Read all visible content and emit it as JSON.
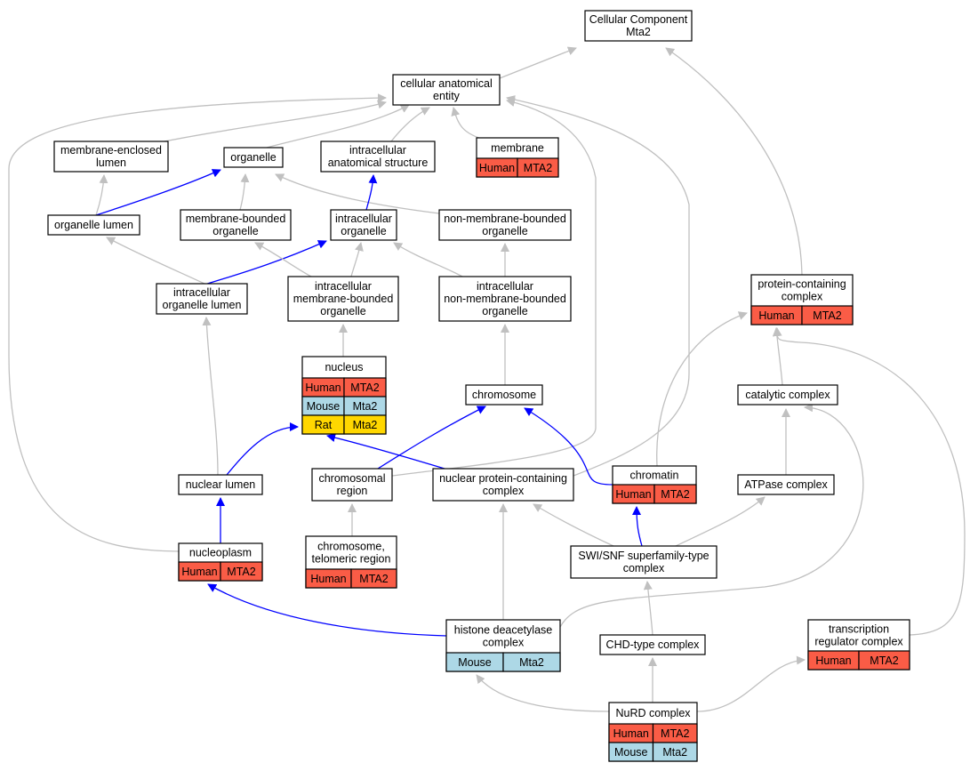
{
  "colors": {
    "human": "#fa5c46",
    "mouse": "#add8e6",
    "rat": "#ffd700",
    "edge_is_a": "#c0c0c0",
    "edge_part_of": "#0000ff"
  },
  "nodes": [
    {
      "id": "cc",
      "lines": [
        "Cellular Component",
        "Mta2"
      ],
      "species": []
    },
    {
      "id": "cae",
      "lines": [
        "cellular anatomical",
        "entity"
      ],
      "species": []
    },
    {
      "id": "mel",
      "lines": [
        "membrane-enclosed",
        "lumen"
      ],
      "species": []
    },
    {
      "id": "organelle",
      "lines": [
        "organelle"
      ],
      "species": []
    },
    {
      "id": "ias",
      "lines": [
        "intracellular",
        "anatomical structure"
      ],
      "species": []
    },
    {
      "id": "membrane",
      "lines": [
        "membrane"
      ],
      "species": [
        {
          "org": "Human",
          "gene": "MTA2",
          "color": "human"
        }
      ]
    },
    {
      "id": "ol",
      "lines": [
        "organelle lumen"
      ],
      "species": []
    },
    {
      "id": "mbo",
      "lines": [
        "membrane-bounded",
        "organelle"
      ],
      "species": []
    },
    {
      "id": "io",
      "lines": [
        "intracellular",
        "organelle"
      ],
      "species": []
    },
    {
      "id": "nmbo",
      "lines": [
        "non-membrane-bounded",
        "organelle"
      ],
      "species": []
    },
    {
      "id": "iol",
      "lines": [
        "intracellular",
        "organelle lumen"
      ],
      "species": []
    },
    {
      "id": "imbo",
      "lines": [
        "intracellular",
        "membrane-bounded",
        "organelle"
      ],
      "species": []
    },
    {
      "id": "inmbo",
      "lines": [
        "intracellular",
        "non-membrane-bounded",
        "organelle"
      ],
      "species": []
    },
    {
      "id": "pcc",
      "lines": [
        "protein-containing",
        "complex"
      ],
      "species": [
        {
          "org": "Human",
          "gene": "MTA2",
          "color": "human"
        }
      ]
    },
    {
      "id": "nucleus",
      "lines": [
        "nucleus"
      ],
      "species": [
        {
          "org": "Human",
          "gene": "MTA2",
          "color": "human"
        },
        {
          "org": "Mouse",
          "gene": "Mta2",
          "color": "mouse"
        },
        {
          "org": "Rat",
          "gene": "Mta2",
          "color": "rat"
        }
      ]
    },
    {
      "id": "chromosome",
      "lines": [
        "chromosome"
      ],
      "species": []
    },
    {
      "id": "catc",
      "lines": [
        "catalytic complex"
      ],
      "species": []
    },
    {
      "id": "nl",
      "lines": [
        "nuclear lumen"
      ],
      "species": []
    },
    {
      "id": "chreg",
      "lines": [
        "chromosomal",
        "region"
      ],
      "species": []
    },
    {
      "id": "npcc",
      "lines": [
        "nuclear protein-containing",
        "complex"
      ],
      "species": []
    },
    {
      "id": "chromatin",
      "lines": [
        "chromatin"
      ],
      "species": [
        {
          "org": "Human",
          "gene": "MTA2",
          "color": "human"
        }
      ]
    },
    {
      "id": "atpase",
      "lines": [
        "ATPase complex"
      ],
      "species": []
    },
    {
      "id": "nucleoplasm",
      "lines": [
        "nucleoplasm"
      ],
      "species": [
        {
          "org": "Human",
          "gene": "MTA2",
          "color": "human"
        }
      ]
    },
    {
      "id": "ctr",
      "lines": [
        "chromosome,",
        "telomeric region"
      ],
      "species": [
        {
          "org": "Human",
          "gene": "MTA2",
          "color": "human"
        }
      ]
    },
    {
      "id": "swisnf",
      "lines": [
        "SWI/SNF superfamily-type",
        "complex"
      ],
      "species": []
    },
    {
      "id": "hdac",
      "lines": [
        "histone deacetylase",
        "complex"
      ],
      "species": [
        {
          "org": "Mouse",
          "gene": "Mta2",
          "color": "mouse"
        }
      ]
    },
    {
      "id": "chd",
      "lines": [
        "CHD-type complex"
      ],
      "species": []
    },
    {
      "id": "trc",
      "lines": [
        "transcription",
        "regulator complex"
      ],
      "species": [
        {
          "org": "Human",
          "gene": "MTA2",
          "color": "human"
        }
      ]
    },
    {
      "id": "nurd",
      "lines": [
        "NuRD complex"
      ],
      "species": [
        {
          "org": "Human",
          "gene": "MTA2",
          "color": "human"
        },
        {
          "org": "Mouse",
          "gene": "Mta2",
          "color": "mouse"
        }
      ]
    }
  ],
  "edges": [
    {
      "from": "cae",
      "to": "cc",
      "type": "is_a"
    },
    {
      "from": "pcc",
      "to": "cc",
      "type": "is_a"
    },
    {
      "from": "mel",
      "to": "cae",
      "type": "is_a"
    },
    {
      "from": "organelle",
      "to": "cae",
      "type": "is_a"
    },
    {
      "from": "ias",
      "to": "cae",
      "type": "is_a"
    },
    {
      "from": "membrane",
      "to": "cae",
      "type": "is_a"
    },
    {
      "from": "nucleoplasm",
      "to": "cae",
      "type": "is_a"
    },
    {
      "from": "chreg",
      "to": "cae",
      "type": "is_a"
    },
    {
      "from": "npcc",
      "to": "cae",
      "type": "is_a"
    },
    {
      "from": "ol",
      "to": "mel",
      "type": "is_a"
    },
    {
      "from": "ol",
      "to": "organelle",
      "type": "part_of"
    },
    {
      "from": "mbo",
      "to": "organelle",
      "type": "is_a"
    },
    {
      "from": "nmbo",
      "to": "organelle",
      "type": "is_a"
    },
    {
      "from": "io",
      "to": "ias",
      "type": "part_of"
    },
    {
      "from": "iol",
      "to": "ol",
      "type": "is_a"
    },
    {
      "from": "iol",
      "to": "io",
      "type": "part_of"
    },
    {
      "from": "imbo",
      "to": "mbo",
      "type": "is_a"
    },
    {
      "from": "imbo",
      "to": "io",
      "type": "is_a"
    },
    {
      "from": "inmbo",
      "to": "io",
      "type": "is_a"
    },
    {
      "from": "inmbo",
      "to": "nmbo",
      "type": "is_a"
    },
    {
      "from": "nucleus",
      "to": "imbo",
      "type": "is_a"
    },
    {
      "from": "chromosome",
      "to": "inmbo",
      "type": "is_a"
    },
    {
      "from": "nl",
      "to": "iol",
      "type": "is_a"
    },
    {
      "from": "nl",
      "to": "nucleus",
      "type": "part_of"
    },
    {
      "from": "npcc",
      "to": "nucleus",
      "type": "part_of"
    },
    {
      "from": "chreg",
      "to": "chromosome",
      "type": "part_of"
    },
    {
      "from": "chromatin",
      "to": "chromosome",
      "type": "part_of"
    },
    {
      "from": "chromatin",
      "to": "pcc",
      "type": "is_a"
    },
    {
      "from": "catc",
      "to": "pcc",
      "type": "is_a"
    },
    {
      "from": "atpase",
      "to": "catc",
      "type": "is_a"
    },
    {
      "from": "nucleoplasm",
      "to": "nl",
      "type": "part_of"
    },
    {
      "from": "ctr",
      "to": "chreg",
      "type": "is_a"
    },
    {
      "from": "swisnf",
      "to": "npcc",
      "type": "is_a"
    },
    {
      "from": "swisnf",
      "to": "chromatin",
      "type": "part_of"
    },
    {
      "from": "swisnf",
      "to": "atpase",
      "type": "is_a"
    },
    {
      "from": "hdac",
      "to": "npcc",
      "type": "is_a"
    },
    {
      "from": "hdac",
      "to": "nucleoplasm",
      "type": "part_of"
    },
    {
      "from": "hdac",
      "to": "catc",
      "type": "is_a"
    },
    {
      "from": "chd",
      "to": "swisnf",
      "type": "is_a"
    },
    {
      "from": "trc",
      "to": "pcc",
      "type": "is_a"
    },
    {
      "from": "nurd",
      "to": "hdac",
      "type": "is_a"
    },
    {
      "from": "nurd",
      "to": "chd",
      "type": "is_a"
    },
    {
      "from": "nurd",
      "to": "trc",
      "type": "is_a"
    }
  ]
}
